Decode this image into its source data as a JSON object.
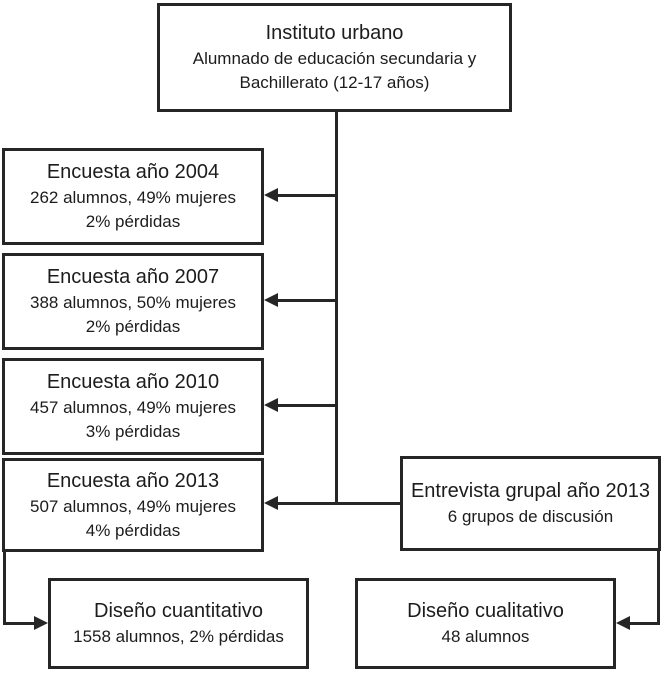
{
  "figure": {
    "colors": {
      "line": "#262626",
      "border": "#262626",
      "text": "#1c1c1c",
      "background": "#ffffff"
    },
    "root": {
      "title": "Instituto urbano",
      "subtitle": "Alumnado de educación secundaria y Bachillerato (12-17 años)"
    },
    "surveys": [
      {
        "title": "Encuesta año 2004",
        "stats": "262 alumnos, 49% mujeres",
        "losses": "2% pérdidas"
      },
      {
        "title": "Encuesta año 2007",
        "stats": "388 alumnos, 50% mujeres",
        "losses": "2% pérdidas"
      },
      {
        "title": "Encuesta año 2010",
        "stats": "457 alumnos, 49% mujeres",
        "losses": "3% pérdidas"
      },
      {
        "title": "Encuesta año 2013",
        "stats": "507 alumnos, 49% mujeres",
        "losses": "4% pérdidas"
      }
    ],
    "interview": {
      "title": "Entrevista grupal año 2013",
      "detail": "6 grupos de discusión"
    },
    "quantitative": {
      "title": "Diseño cuantitativo",
      "detail": "1558 alumnos, 2% pérdidas"
    },
    "qualitative": {
      "title": "Diseño cualitativo",
      "detail": "48 alumnos"
    }
  }
}
